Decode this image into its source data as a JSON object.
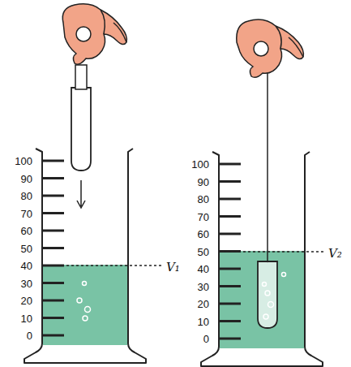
{
  "diagram": {
    "labels": [
      "100",
      "90",
      "80",
      "70",
      "60",
      "50",
      "40",
      "30",
      "20",
      "10",
      "0",
      "V₁",
      "100",
      "90",
      "80",
      "70",
      "60",
      "50",
      "40",
      "30",
      "20",
      "10",
      "0",
      "V₂"
    ]
  }
}
